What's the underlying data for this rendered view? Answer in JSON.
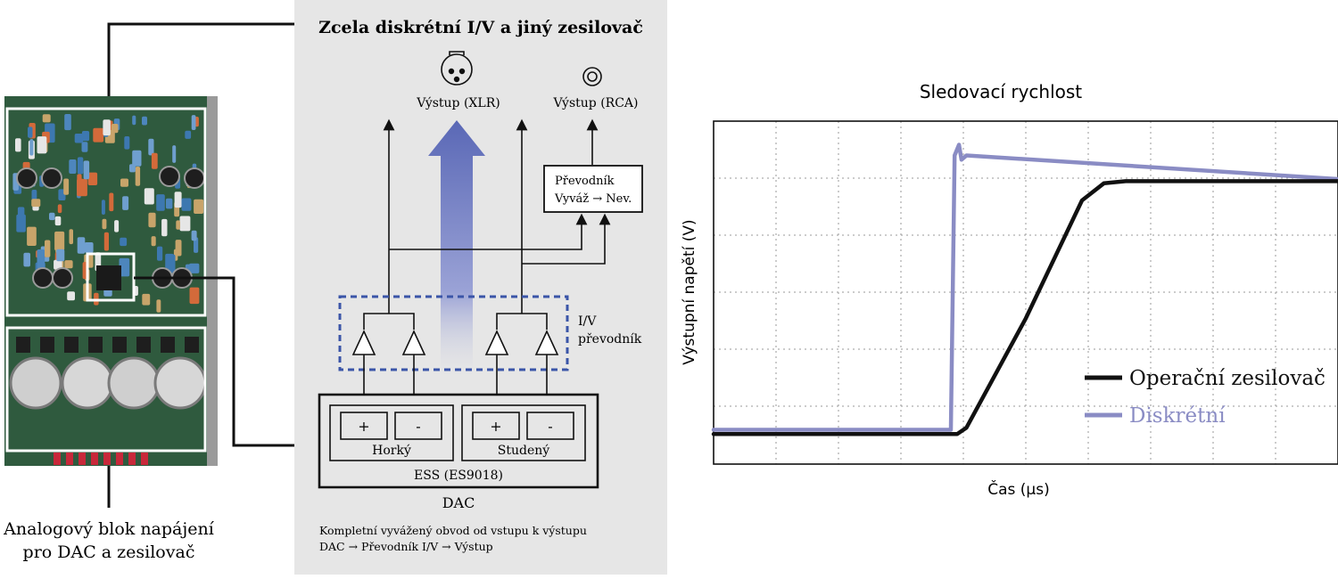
{
  "diagram": {
    "title": "Zcela diskrétní I/V a jiný zesilovač",
    "output_xlr": "Výstup (XLR)",
    "output_rca": "Výstup (RCA)",
    "converter_line1": "Převodník",
    "converter_line2": "Vyváž → Nev.",
    "iv_line1": "I/V",
    "iv_line2": "převodník",
    "plus": "+",
    "minus": "-",
    "hot": "Horký",
    "cold": "Studený",
    "chip": "ESS (ES9018)",
    "dac": "DAC",
    "footer_line1": "Kompletní vyvážený obvod od vstupu k výstupu",
    "footer_line2": "DAC → Převodník I/V → Výstup"
  },
  "photo": {
    "caption_line1": "Analogový blok napájení",
    "caption_line2": "pro DAC a zesilovač"
  },
  "colors": {
    "panel_bg": "#e6e6e6",
    "discrete": "#8a8cc4",
    "opamp": "#111111",
    "iv_box": "#3b55a8",
    "arrow_top": "#5a68b6",
    "pcb_green": "#2f5a3e"
  },
  "chart_data": {
    "type": "line",
    "title": "Sledovací rychlost",
    "xlabel": "Čas (μs)",
    "ylabel": "Výstupní napětí (V)",
    "xlim": [
      0,
      10
    ],
    "ylim": [
      0,
      8
    ],
    "grid": true,
    "legend": "bottom-right",
    "series": [
      {
        "name": "Operační zesilovač",
        "color": "#111111",
        "x": [
          0,
          3.9,
          4.05,
          5.0,
          5.9,
          6.25,
          6.6,
          10
        ],
        "y": [
          0.7,
          0.7,
          0.85,
          3.4,
          6.15,
          6.55,
          6.6,
          6.6
        ]
      },
      {
        "name": "Diskrétní",
        "color": "#8a8cc4",
        "x": [
          0,
          3.8,
          3.86,
          3.93,
          3.97,
          4.05,
          10
        ],
        "y": [
          0.8,
          0.8,
          7.2,
          7.45,
          7.1,
          7.2,
          6.65
        ]
      }
    ]
  }
}
